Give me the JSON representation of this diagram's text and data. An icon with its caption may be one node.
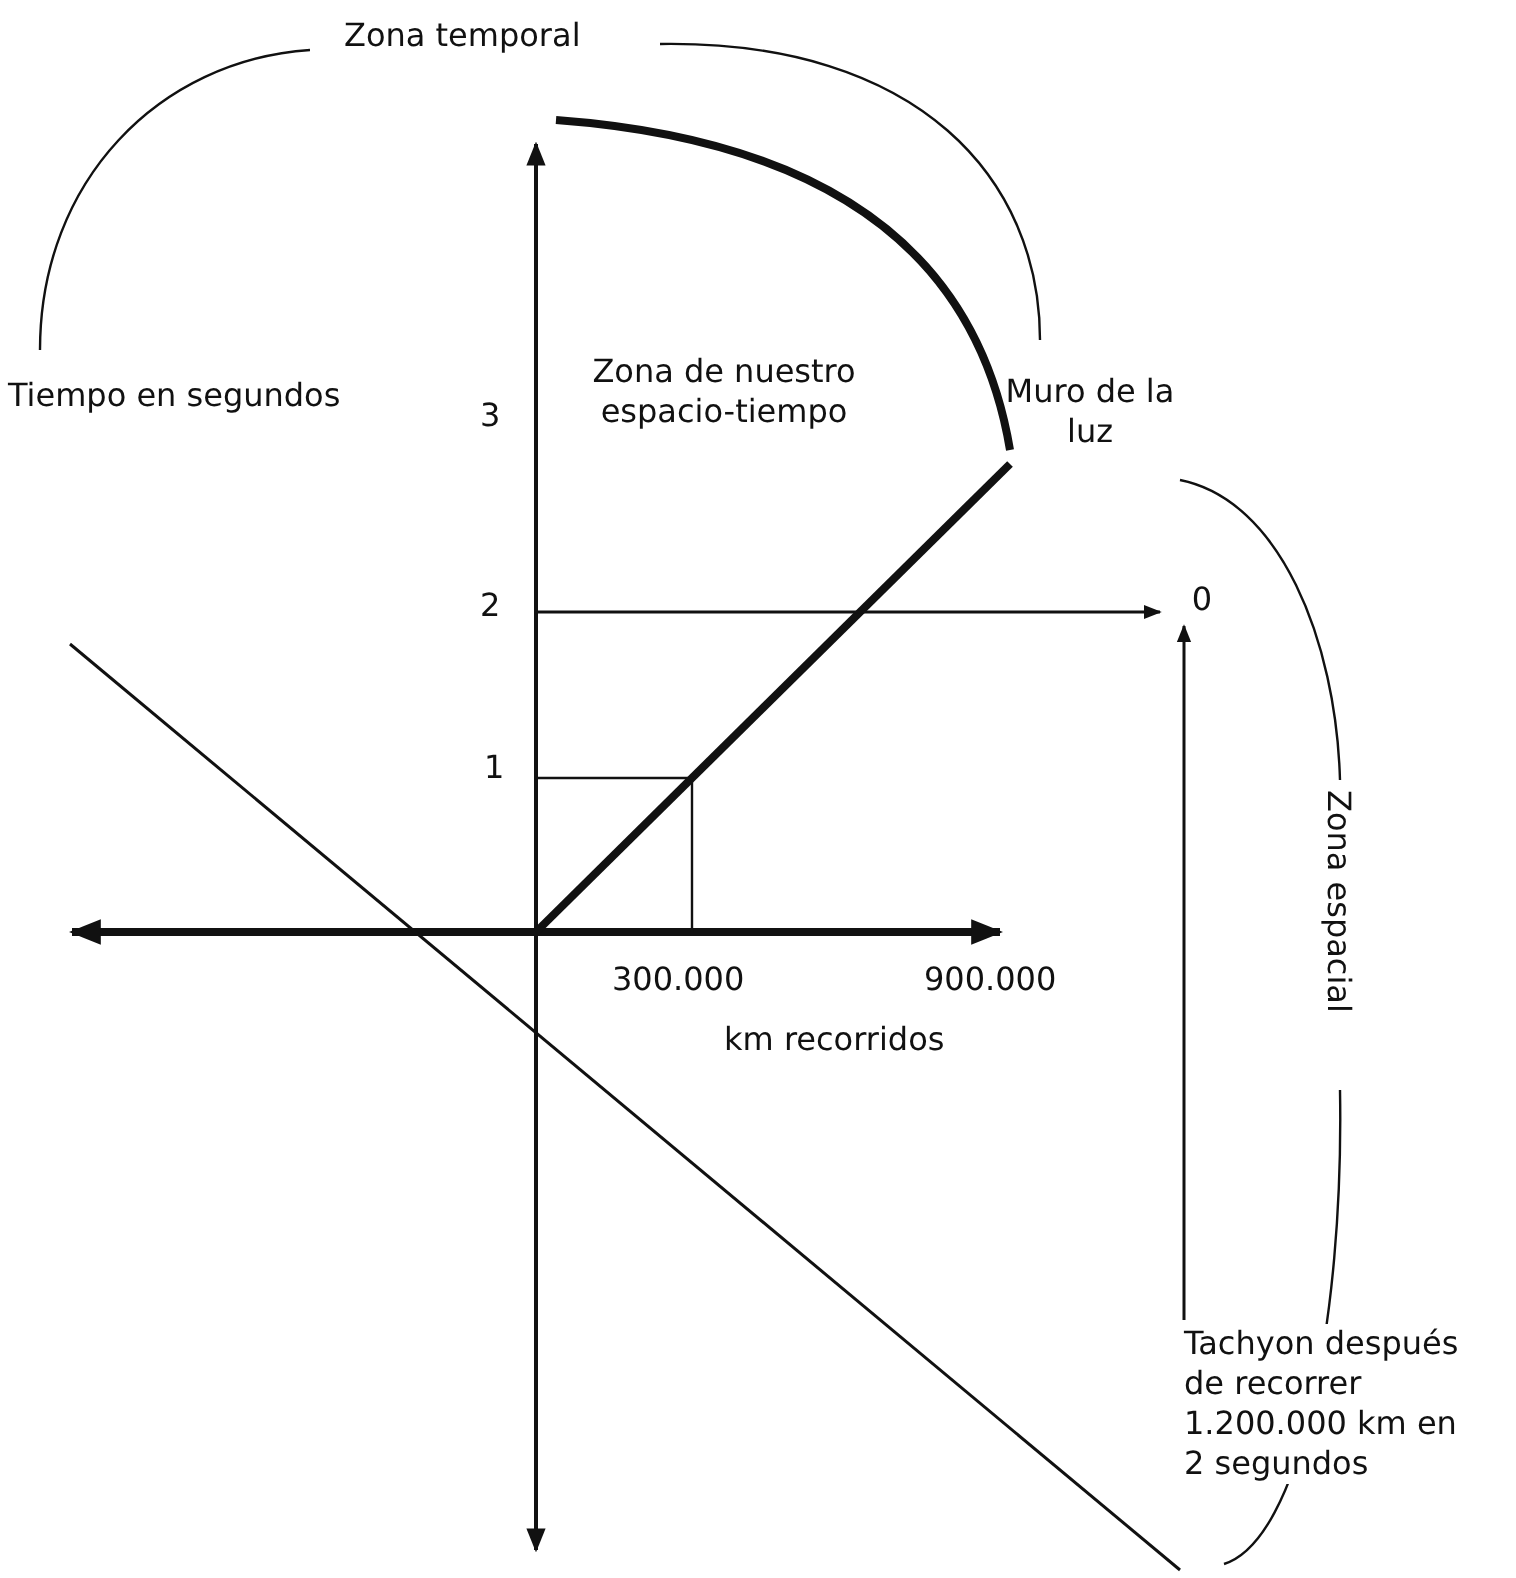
{
  "diagram": {
    "nodes": [
      {
        "text": [
          "Tachyon después de recorrer 1.200.000 km en 2 segundos"
        ]
      },
      {
        "text": [
          "0"
        ]
      }
    ],
    "edges": [
      {
        "from": 0,
        "to": 1,
        "arrow": "to"
      }
    ],
    "labels": [
      "Zona temporal",
      "Tiempo en segundos",
      "3",
      "Zona de nuestro espacio-tiempo",
      "Muro de la luz",
      "2",
      "1",
      "Zona espacial",
      "300.000",
      "900.000",
      "km recorridos"
    ]
  }
}
